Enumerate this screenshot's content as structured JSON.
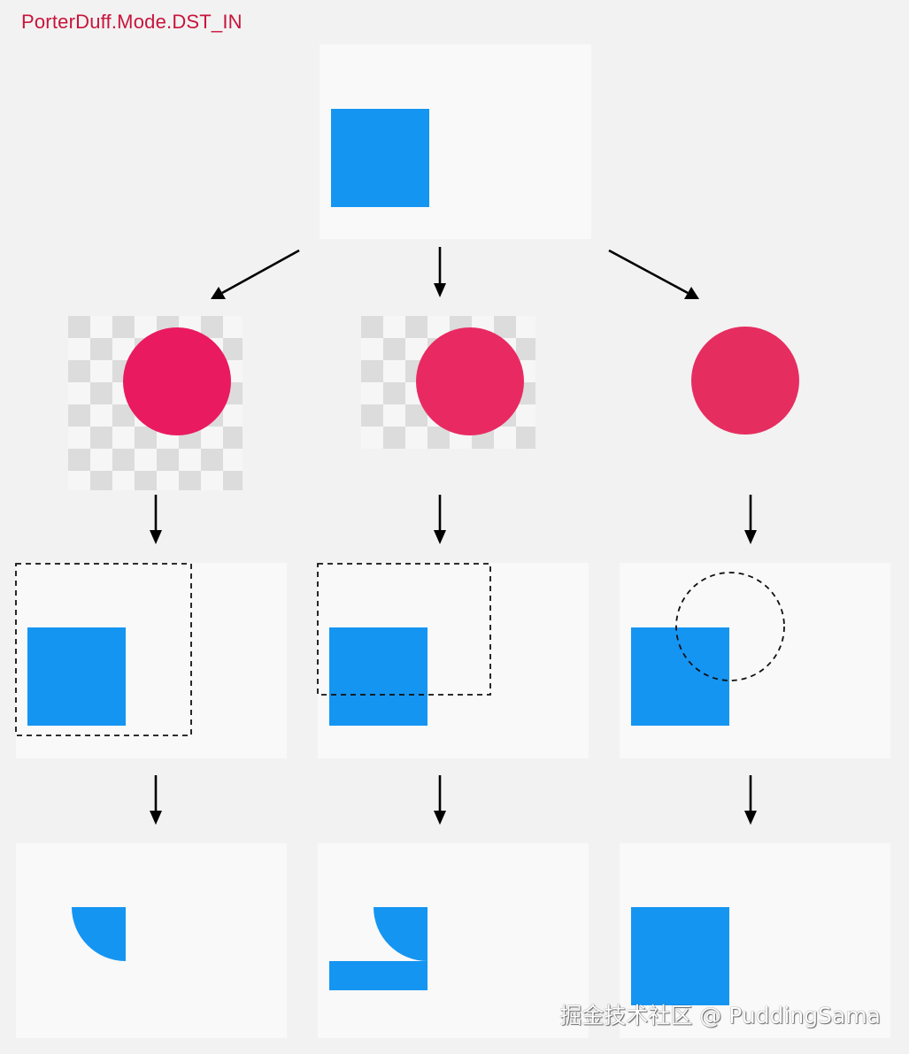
{
  "title": "PorterDuff.Mode.DST_IN",
  "watermark": "掘金技术社区 @ PuddingSama",
  "colors": {
    "background": "#f2f2f2",
    "panel": "#f9f9f9",
    "square": "#1595f2",
    "circle_left": "#e91a60",
    "circle_mid": "#e92a62",
    "circle_right": "#e62d60",
    "checker_dark": "#dcdcdc",
    "checker_light": "#f6f6f6",
    "title": "#c8143c",
    "arrow": "#000000"
  },
  "columns": [
    {
      "id": "full-layer-checkered",
      "source_background": "checkerboard",
      "clip_shape": "rectangle",
      "result_shape": "quarter-circle"
    },
    {
      "id": "partial-layer-checkered",
      "source_background": "checkerboard",
      "clip_shape": "rectangle",
      "result_shape": "quarter-circle-and-bar"
    },
    {
      "id": "circle-only",
      "source_background": "none",
      "clip_shape": "circle",
      "result_shape": "square"
    }
  ]
}
